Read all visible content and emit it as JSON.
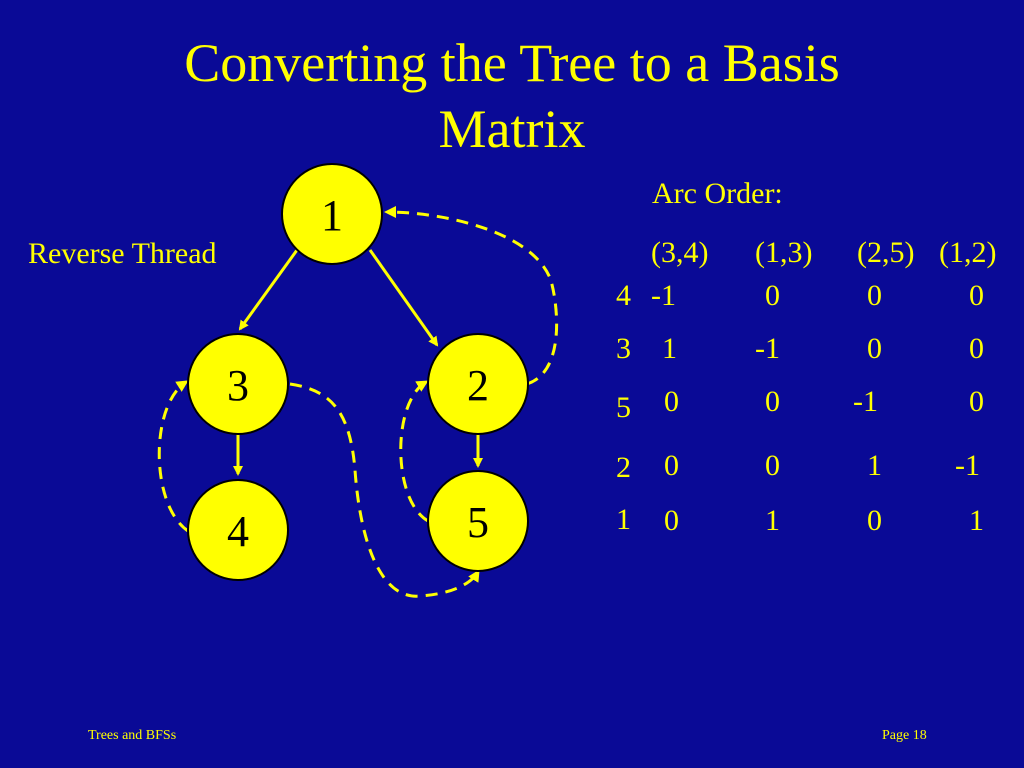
{
  "slide": {
    "title_line1": "Converting the Tree to a Basis",
    "title_line2": "Matrix",
    "reverse_thread_label": "Reverse Thread",
    "arc_order_label": "Arc Order:"
  },
  "tree": {
    "nodes": [
      {
        "id": "1",
        "label": "1"
      },
      {
        "id": "3",
        "label": "3"
      },
      {
        "id": "2",
        "label": "2"
      },
      {
        "id": "4",
        "label": "4"
      },
      {
        "id": "5",
        "label": "5"
      }
    ],
    "edges": [
      [
        "1",
        "3"
      ],
      [
        "1",
        "2"
      ],
      [
        "3",
        "4"
      ],
      [
        "2",
        "5"
      ]
    ],
    "reverse_thread": [
      [
        "4",
        "3"
      ],
      [
        "5",
        "2"
      ],
      [
        "2",
        "1"
      ],
      [
        "3",
        "5"
      ]
    ]
  },
  "matrix": {
    "columns": [
      "(3,4)",
      "(1,3)",
      "(2,5)",
      "(1,2)"
    ],
    "row_labels": [
      "4",
      "3",
      "5",
      "2",
      "1"
    ],
    "rows": [
      [
        "-1",
        "0",
        "0",
        "0"
      ],
      [
        "1",
        "-1",
        "0",
        "0"
      ],
      [
        "0",
        "0",
        "-1",
        "0"
      ],
      [
        "0",
        "0",
        "1",
        "-1"
      ],
      [
        "0",
        "1",
        "0",
        "1"
      ]
    ]
  },
  "footer": {
    "left": "Trees and BFSs",
    "right": "Page 18"
  },
  "colors": {
    "background": "#0a0a96",
    "text": "#ffff00",
    "node_fill": "#ffff00",
    "node_stroke": "#000000"
  }
}
